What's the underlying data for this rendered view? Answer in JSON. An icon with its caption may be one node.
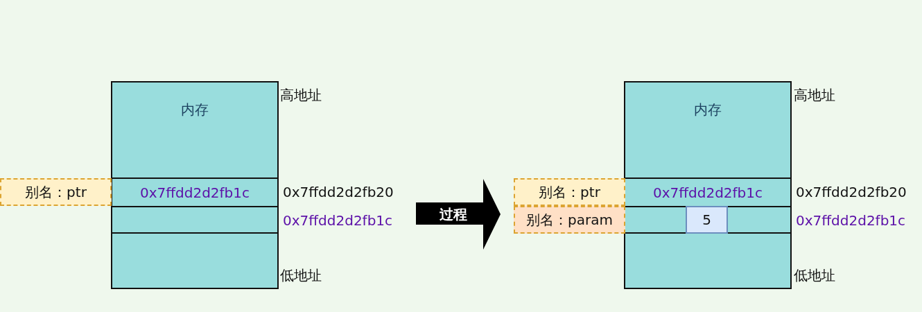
{
  "diagram": {
    "nodes": [
      {
        "text": [
          "内存"
        ]
      },
      {
        "text": [
          "0x7ffdd2d2fb1c"
        ],
        "in": 0
      },
      {
        "text": [],
        "shape": "box",
        "in": 0
      },
      {
        "text": [
          "别名：ptr"
        ]
      },
      {
        "text": [
          "过程"
        ]
      },
      {
        "text": [
          "内存"
        ]
      },
      {
        "text": [
          "0x7ffdd2d2fb1c"
        ],
        "in": 5
      },
      {
        "text": [],
        "shape": "box",
        "in": 5
      },
      {
        "text": [
          "5"
        ],
        "in": 7
      },
      {
        "text": [
          "别名：ptr"
        ]
      },
      {
        "text": [
          "别名：param"
        ]
      }
    ],
    "labels": [
      "高地址",
      "0x7ffdd2d2fb20",
      "0x7ffdd2d2fb1c",
      "低地址",
      "高地址",
      "0x7ffdd2d2fb20",
      "0x7ffdd2d2fb1c",
      "低地址"
    ]
  }
}
